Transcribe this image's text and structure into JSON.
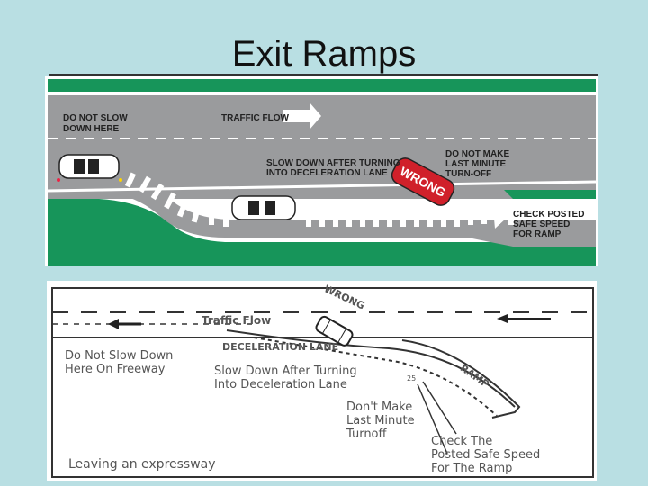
{
  "title": "Exit Ramps",
  "top_diagram": {
    "do_not_slow_line1": "DO NOT SLOW",
    "do_not_slow_line2": "DOWN HERE",
    "traffic_flow": "TRAFFIC FLOW",
    "slow_down_line1": "SLOW DOWN AFTER TURNING",
    "slow_down_line2": "INTO DECELERATION LANE",
    "do_not_make_line1": "DO NOT MAKE",
    "do_not_make_line2": "LAST MINUTE",
    "do_not_make_line3": "TURN-OFF",
    "wrong": "WRONG",
    "check_line1": "CHECK POSTED",
    "check_line2": "SAFE SPEED",
    "check_line3": "FOR RAMP",
    "colors": {
      "road": "#9a9b9d",
      "grass": "#17955a",
      "wrong_car": "#d0202a"
    }
  },
  "bottom_diagram": {
    "wrong": "WRONG",
    "traffic_flow": "Traffic Flow",
    "deceleration_lane": "DECELERATION LANE",
    "ramp": "RAMP",
    "do_not_slow_line1": "Do Not Slow Down",
    "do_not_slow_line2": "Here On Freeway",
    "slow_down_line1": "Slow Down After Turning",
    "slow_down_line2": "Into Deceleration Lane",
    "dont_make_line1": "Don't Make",
    "dont_make_line2": "Last Minute",
    "dont_make_line3": "Turnoff",
    "check_line1": "Check The",
    "check_line2": "Posted Safe Speed",
    "check_line3": "For The Ramp",
    "sign_number": "25",
    "caption": "Leaving an expressway"
  }
}
